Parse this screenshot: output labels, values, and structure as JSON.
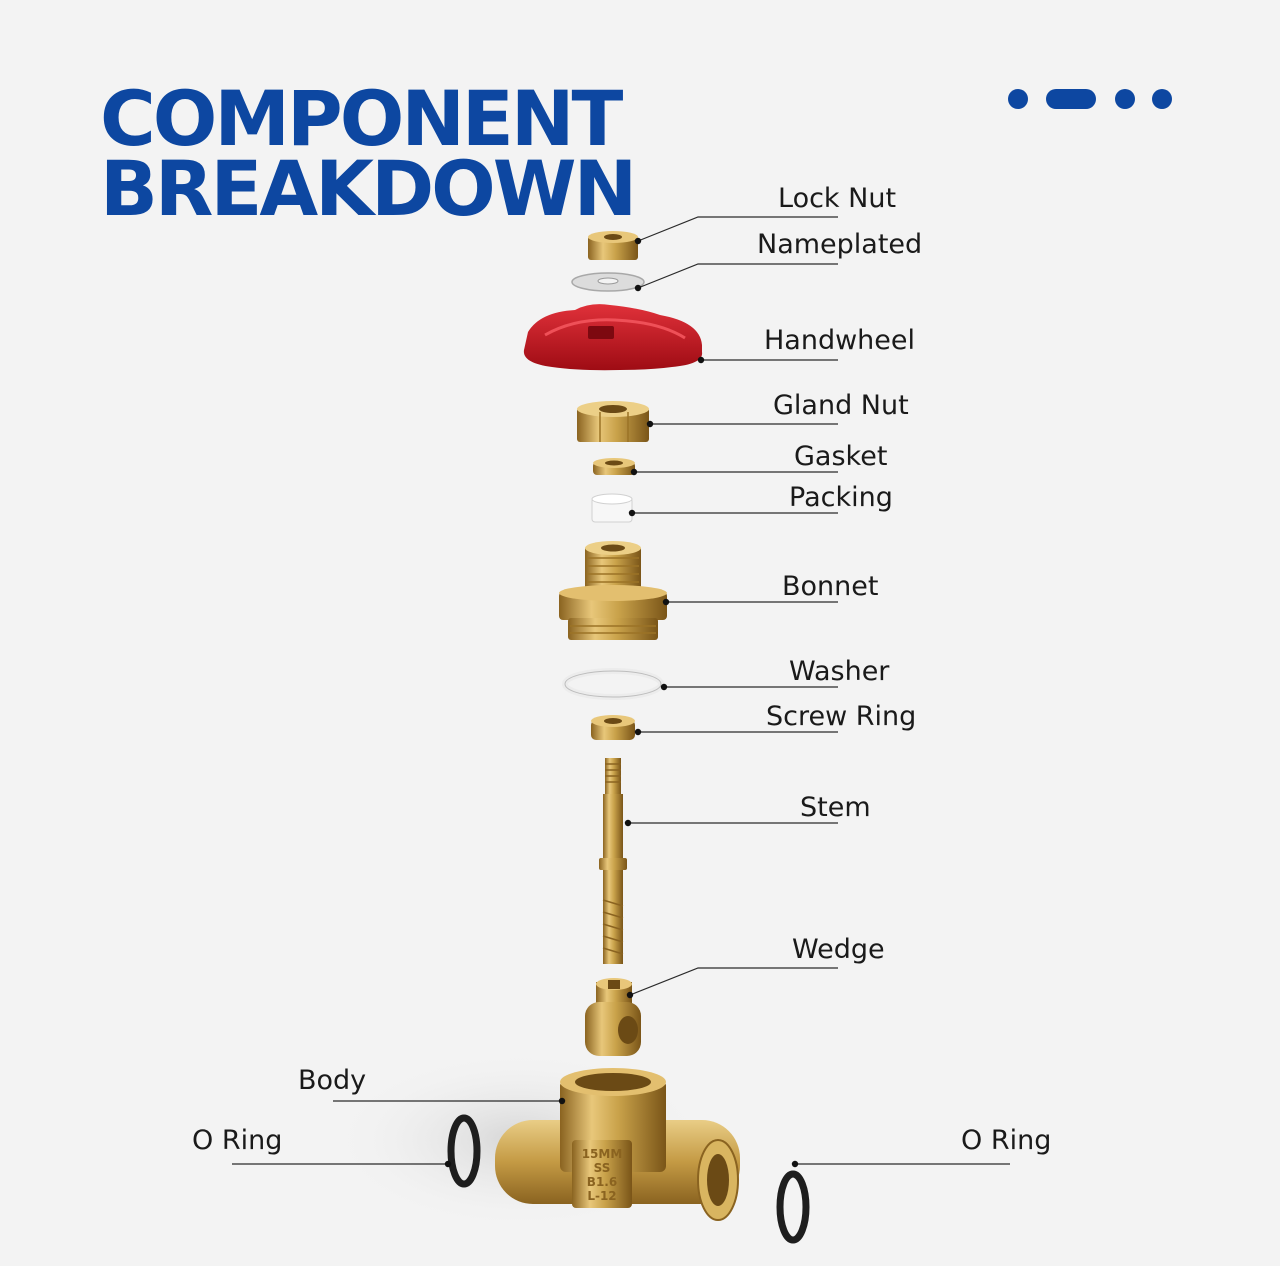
{
  "header": {
    "title_line1": "COMPONENT",
    "title_line2": "BREAKDOWN"
  },
  "colors": {
    "brand": "#0d47a1",
    "brass": "#c9a24a",
    "handwheel": "#c4141e"
  },
  "components": [
    {
      "name": "Lock Nut"
    },
    {
      "name": "Nameplated"
    },
    {
      "name": "Handwheel"
    },
    {
      "name": "Gland Nut"
    },
    {
      "name": "Gasket"
    },
    {
      "name": "Packing"
    },
    {
      "name": "Bonnet"
    },
    {
      "name": "Washer"
    },
    {
      "name": "Screw Ring"
    },
    {
      "name": "Stem"
    },
    {
      "name": "Wedge"
    },
    {
      "name": "Body"
    },
    {
      "name": "O Ring"
    },
    {
      "name": "O Ring"
    }
  ],
  "body_marking": [
    "15MM",
    "SS",
    "B1.6",
    "L-12"
  ]
}
